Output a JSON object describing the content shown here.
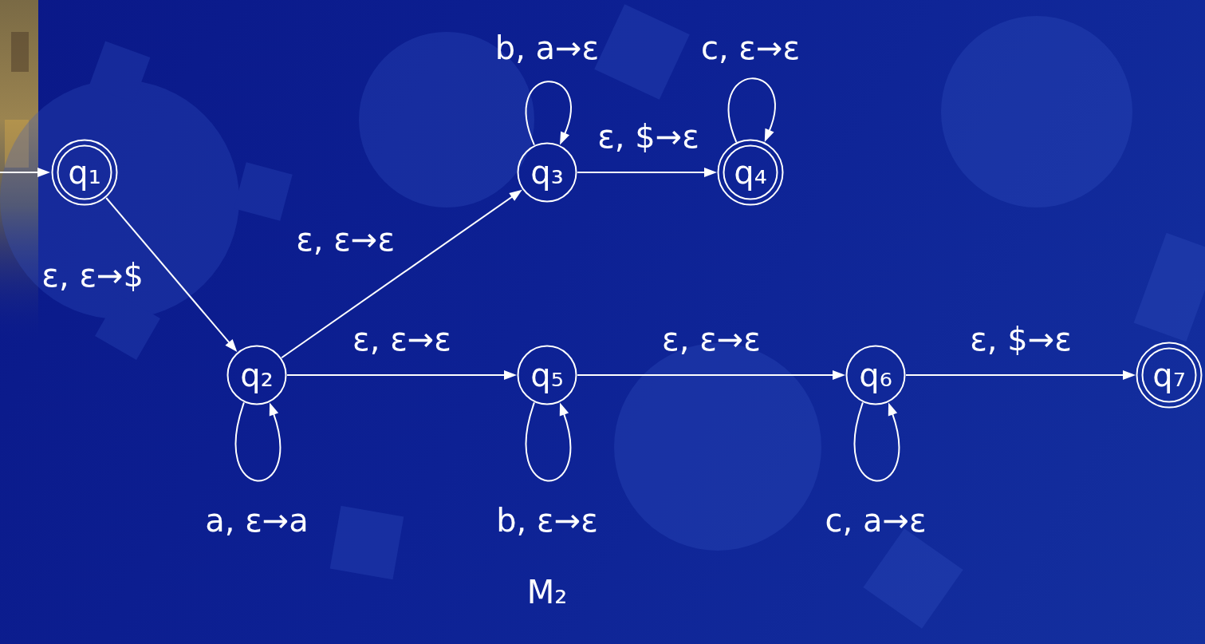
{
  "diagram": {
    "nodes": [
      {
        "text": [
          "q₁"
        ]
      },
      {
        "text": [
          "q₂"
        ]
      },
      {
        "text": [
          "q₃"
        ]
      },
      {
        "text": [
          "q₄"
        ]
      },
      {
        "text": [
          "q₅"
        ]
      },
      {
        "text": [
          "q₆"
        ]
      },
      {
        "text": [
          "q₇"
        ]
      }
    ],
    "edges": [
      {
        "from": 0,
        "to": 1,
        "arrow": "to",
        "label": "ε, ε→$"
      },
      {
        "from": 1,
        "to": 1,
        "arrow": "to",
        "label": "a, ε→a"
      },
      {
        "from": 1,
        "to": 2,
        "arrow": "to",
        "label": "ε, ε→ε"
      },
      {
        "from": 1,
        "to": 4,
        "arrow": "to",
        "label": "ε, ε→ε"
      },
      {
        "from": 2,
        "to": 2,
        "arrow": "to",
        "label": "b, a→ε"
      },
      {
        "from": 2,
        "to": 3,
        "arrow": "to",
        "label": "ε, $→ε"
      },
      {
        "from": 3,
        "to": 3,
        "arrow": "to",
        "label": "c, ε→ε"
      },
      {
        "from": 4,
        "to": 4,
        "arrow": "to",
        "label": "b, ε→ε"
      },
      {
        "from": 4,
        "to": 5,
        "arrow": "to",
        "label": "ε, ε→ε"
      },
      {
        "from": 5,
        "to": 5,
        "arrow": "to",
        "label": "c, a→ε"
      },
      {
        "from": 5,
        "to": 6,
        "arrow": "to",
        "label": "ε, $→ε"
      }
    ],
    "labels": [
      "M₂"
    ]
  }
}
